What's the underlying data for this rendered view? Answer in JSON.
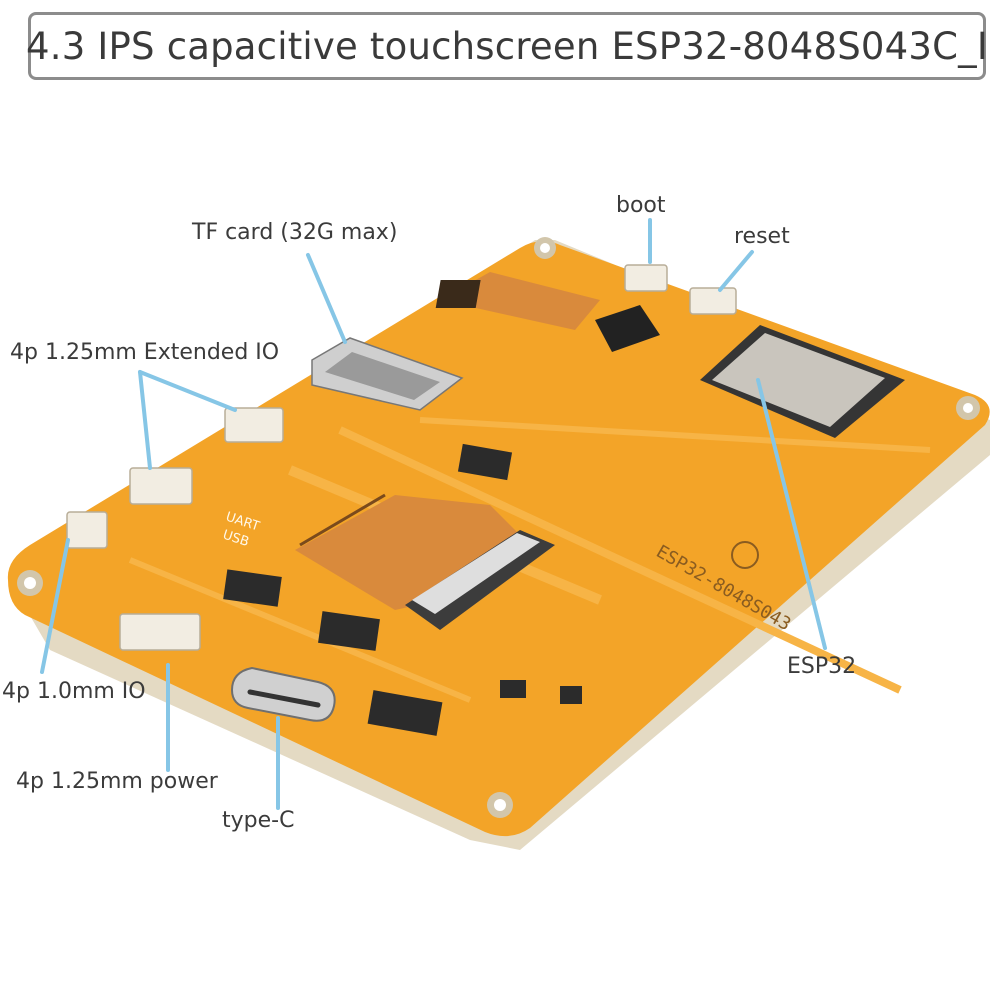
{
  "title": "4.3 IPS capacitive touchscreen ESP32-8048S043C_I",
  "colors": {
    "pcb": "#f3a428",
    "pcb_light": "#f8bb4e",
    "pcb_edge": "#e6dcc6",
    "callout": "#86c6e6",
    "chip": "#2a2a2a",
    "flex": "#d98a3c"
  },
  "labels": {
    "boot": "boot",
    "reset": "reset",
    "tf_card": "TF card (32G max)",
    "extended_io": "4p 1.25mm Extended IO",
    "io_1mm": "4p 1.0mm IO",
    "power": "4p 1.25mm power",
    "typec": "type-C",
    "esp32": "ESP32"
  },
  "silkscreen": {
    "model": "ESP32-8048S043",
    "uart": "UART",
    "usb": "USB"
  }
}
